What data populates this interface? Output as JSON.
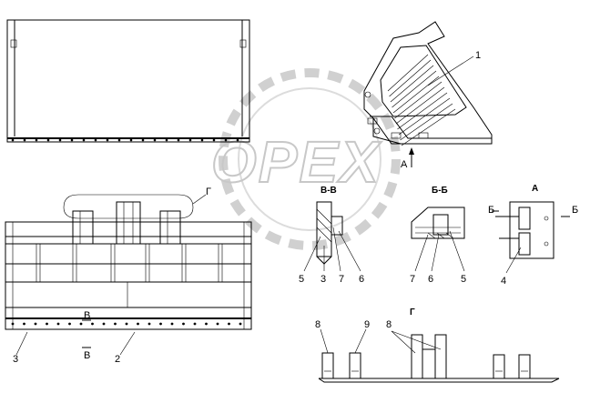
{
  "watermark": "OPEX",
  "labels": {
    "callout_1": "1",
    "view_A_arrow": "A",
    "view_G_marker": "Г",
    "section_VV_title": "В-В",
    "section_BB_title": "Б-Б",
    "view_A_title": "А",
    "view_G_title": "Г",
    "vv_5": "5",
    "vv_3": "3",
    "vv_7": "7",
    "vv_6": "6",
    "bb_7": "7",
    "bb_6": "6",
    "bb_5": "5",
    "a_B_left": "Б",
    "a_B_right": "Б",
    "a_4": "4",
    "front_3": "3",
    "front_2": "2",
    "front_V_top": "В",
    "front_V_bottom": "В",
    "g_8a": "8",
    "g_9": "9",
    "g_8b": "8"
  }
}
